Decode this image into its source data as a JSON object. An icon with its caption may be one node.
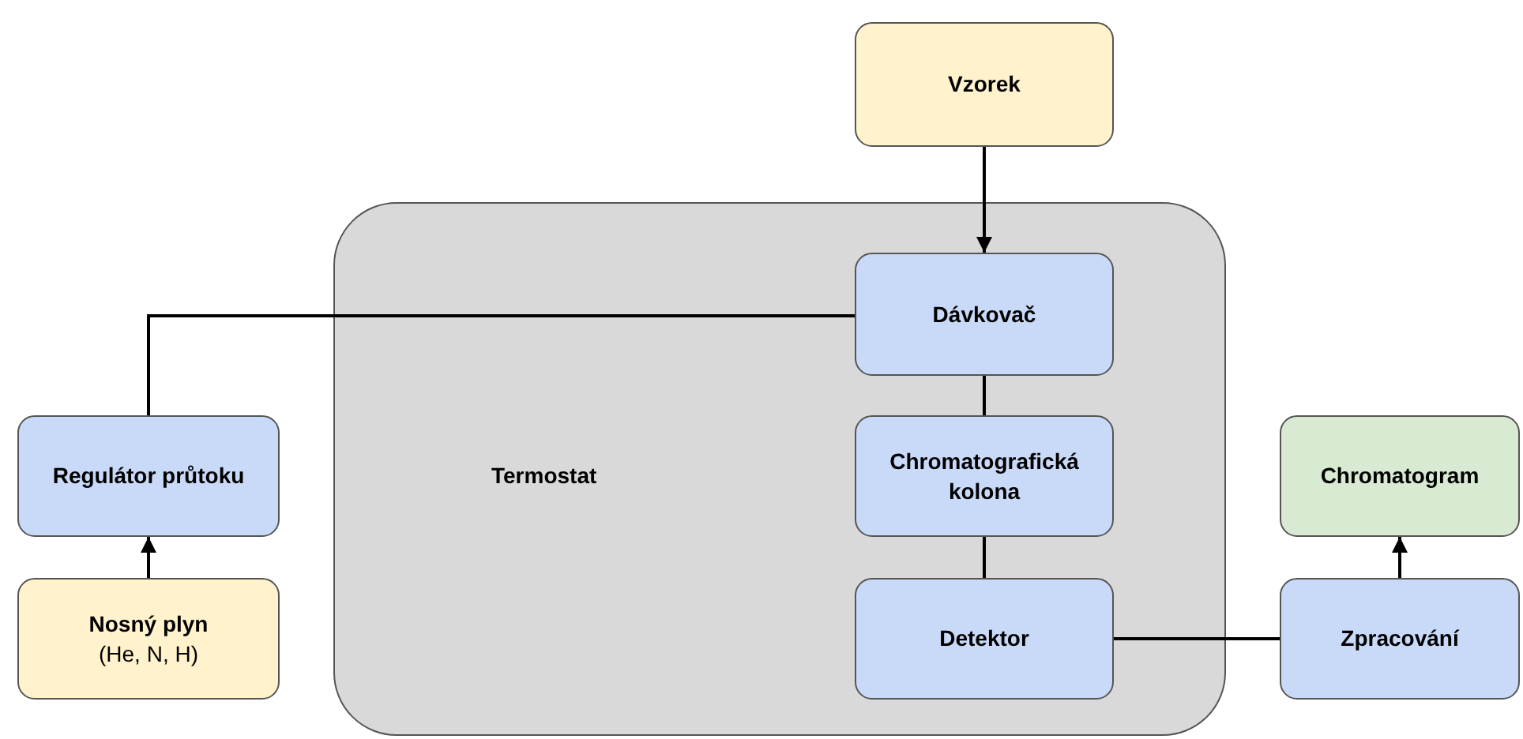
{
  "diagram": {
    "nodes": [
      {
        "text": [
          "Vzorek"
        ]
      },
      {
        "text": [
          "Termostat"
        ]
      },
      {
        "text": [
          "Dávkovač"
        ],
        "in": 1
      },
      {
        "text": [
          "Chromatografická kolona"
        ],
        "in": 1
      },
      {
        "text": [
          "Detektor"
        ],
        "in": 1
      },
      {
        "text": [
          "Regulátor průtoku"
        ]
      },
      {
        "text": [
          "Nosný plyn",
          "(He, N, H)"
        ]
      },
      {
        "text": [
          "Chromatogram"
        ]
      },
      {
        "text": [
          "Zpracování"
        ]
      }
    ],
    "edges": [
      {
        "from": 0,
        "to": 2,
        "arrow": "to"
      },
      {
        "from": 5,
        "to": 2,
        "arrow": "none"
      },
      {
        "from": 2,
        "to": 3,
        "arrow": "none"
      },
      {
        "from": 3,
        "to": 4,
        "arrow": "none"
      },
      {
        "from": 4,
        "to": 8,
        "arrow": "none"
      },
      {
        "from": 6,
        "to": 5,
        "arrow": "to"
      },
      {
        "from": 8,
        "to": 7,
        "arrow": "to"
      }
    ]
  }
}
